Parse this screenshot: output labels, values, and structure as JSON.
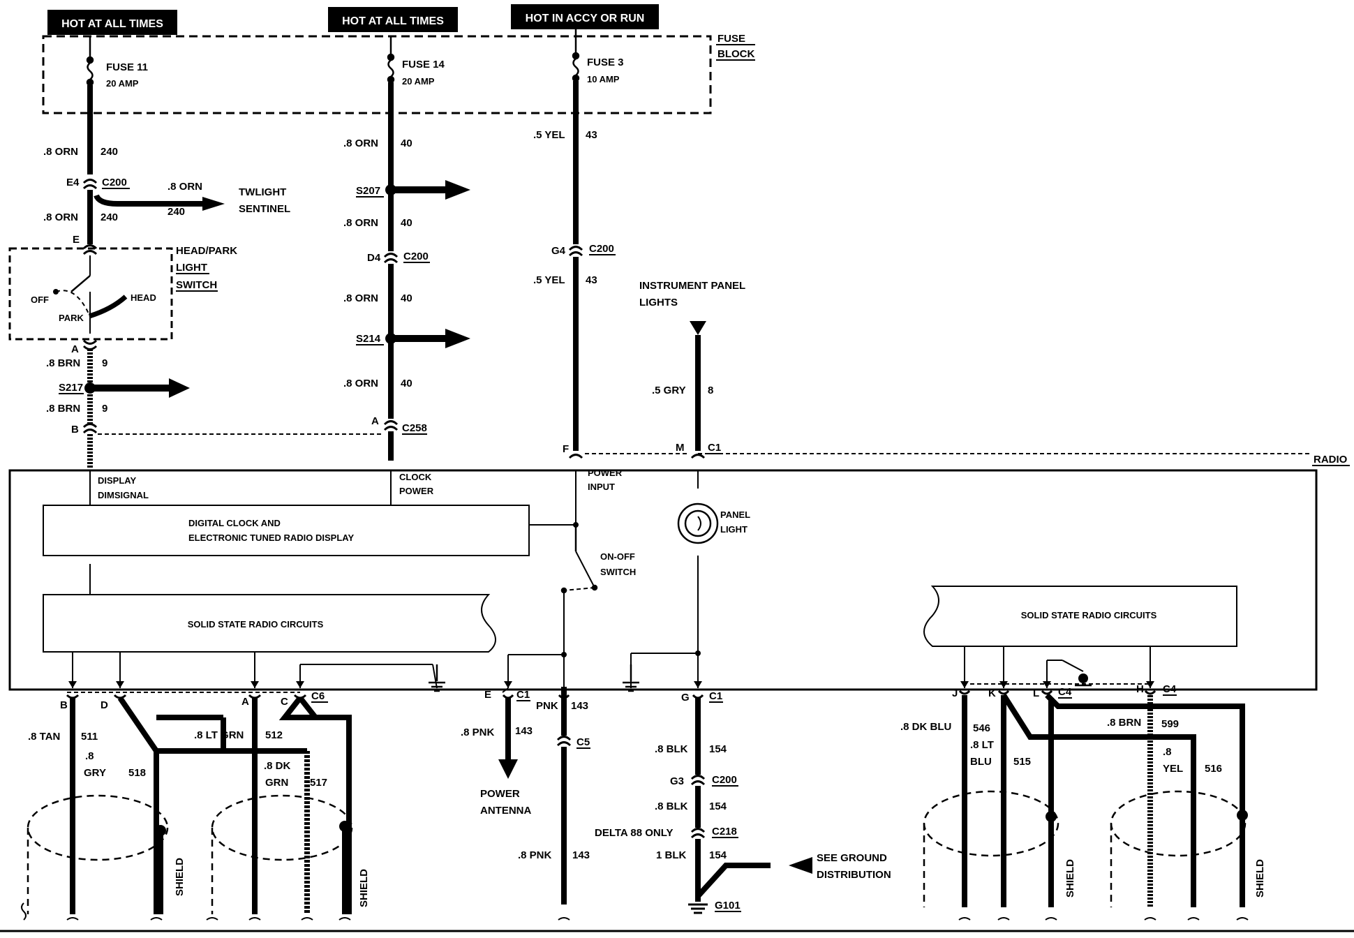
{
  "headers": {
    "hot1": "HOT AT ALL TIMES",
    "hot2": "HOT AT ALL TIMES",
    "accy": "HOT IN ACCY OR RUN"
  },
  "fuse_block": {
    "line1": "FUSE",
    "line2": "BLOCK"
  },
  "fuses": [
    {
      "name": "FUSE 11",
      "rating": "20 AMP"
    },
    {
      "name": "FUSE 14",
      "rating": "20 AMP"
    },
    {
      "name": "FUSE 3",
      "rating": "10 AMP"
    }
  ],
  "wires_col1": {
    "w1_gauge": ".8 ORN",
    "w1_num": "240",
    "conn_pin": "E4",
    "conn_name": "C200",
    "branch_gauge": ".8 ORN",
    "branch_num": "240",
    "twilight1": "TWLIGHT",
    "twilight2": "SENTINEL",
    "w2_gauge": ".8 ORN",
    "w2_num": "240",
    "pin_e": "E",
    "switch_title1": "HEAD/PARK",
    "switch_title2": "LIGHT",
    "switch_title3": "SWITCH",
    "off": "OFF",
    "head": "HEAD",
    "park": "PARK",
    "pin_a": "A",
    "w3_gauge": ".8 BRN",
    "w3_num": "9",
    "splice": "S217",
    "w4_gauge": ".8 BRN",
    "w4_num": "9",
    "pin_b": "B"
  },
  "wires_col2": {
    "w1_gauge": ".8 ORN",
    "w1_num": "40",
    "splice1": "S207",
    "w2_gauge": ".8 ORN",
    "w2_num": "40",
    "conn_pin": "D4",
    "conn_name": "C200",
    "w3_gauge": ".8 ORN",
    "w3_num": "40",
    "splice2": "S214",
    "w4_gauge": ".8 ORN",
    "w4_num": "40",
    "pin_a": "A",
    "c258": "C258"
  },
  "wires_col3": {
    "w1_gauge": ".5 YEL",
    "w1_num": "43",
    "conn_pin": "G4",
    "conn_name": "C200",
    "w2_gauge": ".5 YEL",
    "w2_num": "43",
    "pin_f": "F"
  },
  "panel_lights": {
    "title1": "INSTRUMENT PANEL",
    "title2": "LIGHTS",
    "gauge": ".5 GRY",
    "num": "8",
    "pin_m": "M",
    "conn": "C1"
  },
  "radio": {
    "label": "RADIO",
    "display_dim1": "DISPLAY",
    "display_dim2": "DIMSIGNAL",
    "clock_power1": "CLOCK",
    "clock_power2": "POWER",
    "power_input1": "POWER",
    "power_input2": "INPUT",
    "panel_light1": "PANEL",
    "panel_light2": "LIGHT",
    "digital1": "DIGITAL CLOCK AND",
    "digital2": "ELECTRONIC TUNED RADIO DISPLAY",
    "onoff1": "ON-OFF",
    "onoff2": "SWITCH",
    "ssrc_left": "SOLID STATE RADIO CIRCUITS",
    "ssrc_right": "SOLID STATE RADIO CIRCUITS"
  },
  "bottom_left": {
    "pin_b": "B",
    "pin_d": "D",
    "pin_a": "A",
    "pin_c": "C",
    "conn": "C6",
    "tan_gauge": ".8 TAN",
    "tan_num": "511",
    "gry_gauge1": ".8",
    "gry_gauge2": "GRY",
    "gry_num": "518",
    "ltgrn_gauge": ".8 LT GRN",
    "ltgrn_num": "512",
    "dkgrn_gauge1": ".8 DK",
    "dkgrn_gauge2": "GRN",
    "dkgrn_num": "517",
    "shield1": "SHIELD",
    "shield2": "SHIELD"
  },
  "bottom_mid": {
    "pin_e": "E",
    "conn_c1a": "C1",
    "pnk_top": "PNK",
    "pnk_top_num": "143",
    "pnk_gauge": ".8 PNK",
    "pnk_num": "143",
    "c5": "C5",
    "antenna1": "POWER",
    "antenna2": "ANTENNA",
    "pnk2_gauge": ".8 PNK",
    "pnk2_num": "143",
    "pin_g": "G",
    "conn_c1b": "C1",
    "blk1_gauge": ".8 BLK",
    "blk1_num": "154",
    "g3": "G3",
    "c200": "C200",
    "blk2_gauge": ".8 BLK",
    "blk2_num": "154",
    "delta": "DELTA 88 ONLY",
    "c218": "C218",
    "blk3_gauge": "1 BLK",
    "blk3_num": "154",
    "ground1": "SEE GROUND",
    "ground2": "DISTRIBUTION",
    "g101": "G101"
  },
  "bottom_right": {
    "pin_j": "J",
    "pin_k": "K",
    "pin_l": "L",
    "conn1": "C4",
    "pin_h": "H",
    "conn2": "C4",
    "dkblu_gauge": ".8 DK BLU",
    "dkblu_num": "546",
    "ltblu_gauge1": ".8 LT",
    "ltblu_gauge2": "BLU",
    "ltblu_num": "515",
    "brn_gauge": ".8 BRN",
    "brn_num": "599",
    "yel_gauge1": ".8",
    "yel_gauge2": "YEL",
    "yel_num": "516",
    "shield1": "SHIELD",
    "shield2": "SHIELD"
  }
}
